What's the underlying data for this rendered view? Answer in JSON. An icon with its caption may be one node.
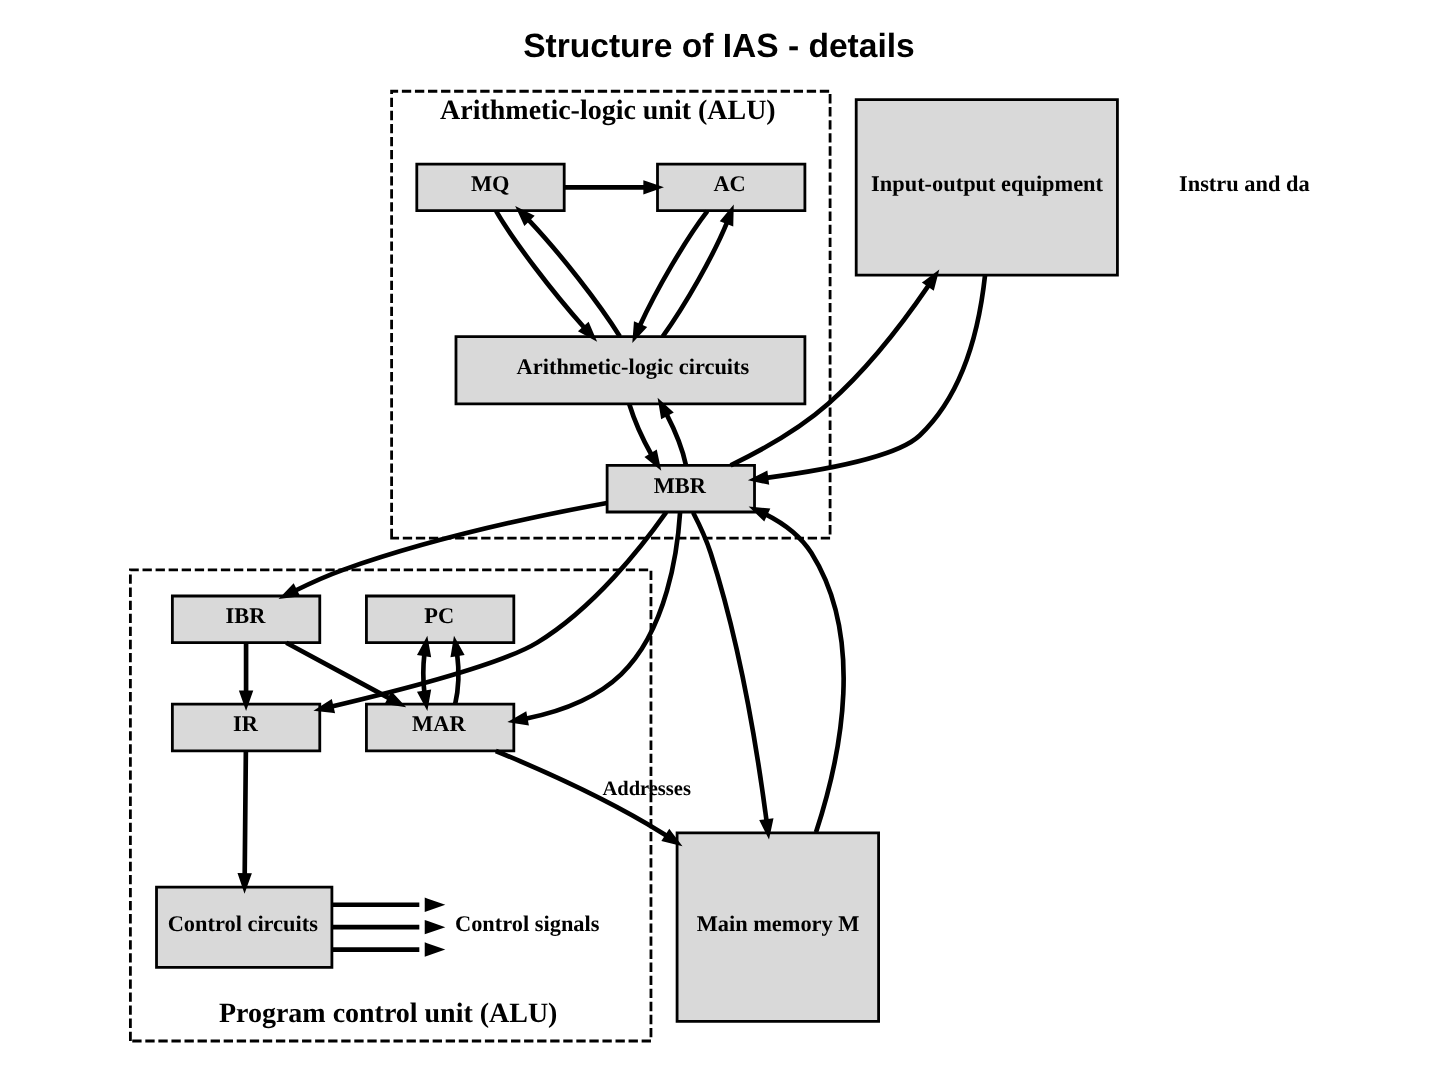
{
  "diagram": {
    "title": "Structure of IAS - details",
    "nodes": [
      {
        "text": [
          "Arithmetic-logic unit (ALU)"
        ]
      },
      {
        "text": [
          "AC"
        ],
        "in": 0
      },
      {
        "text": [
          "MQ"
        ],
        "in": 0
      },
      {
        "text": [
          "Arithmetic-logic circuits"
        ],
        "in": 0
      },
      {
        "text": [
          "MBR"
        ],
        "in": 0
      },
      {
        "text": [
          "Input-output equipment"
        ]
      },
      {
        "text": [
          "Program control unit (ALU)"
        ]
      },
      {
        "text": [
          "IBR"
        ],
        "in": 6
      },
      {
        "text": [
          "PC"
        ],
        "in": 6
      },
      {
        "text": [
          "IR"
        ],
        "in": 6
      },
      {
        "text": [
          "MAR"
        ],
        "in": 6
      },
      {
        "text": [
          "Control circuits"
        ],
        "in": 6
      },
      {
        "text": [
          "Main memory M"
        ]
      }
    ],
    "edges": [
      {
        "from": 2,
        "to": 1,
        "arrow": "to"
      },
      {
        "from": 1,
        "to": 3,
        "arrow": "to"
      },
      {
        "from": 3,
        "to": 1,
        "arrow": "to"
      },
      {
        "from": 2,
        "to": 3,
        "arrow": "to"
      },
      {
        "from": 3,
        "to": 2,
        "arrow": "to"
      },
      {
        "from": 3,
        "to": 4,
        "arrow": "to"
      },
      {
        "from": 4,
        "to": 3,
        "arrow": "to"
      },
      {
        "from": 4,
        "to": 7,
        "arrow": "to"
      },
      {
        "from": 4,
        "to": 9,
        "arrow": "to"
      },
      {
        "from": 4,
        "to": 10,
        "arrow": "to"
      },
      {
        "from": 12,
        "to": 4,
        "arrow": "to"
      },
      {
        "from": 4,
        "to": 12,
        "arrow": "to"
      },
      {
        "from": 5,
        "to": 4,
        "arrow": "to"
      },
      {
        "from": 4,
        "to": 5,
        "arrow": "to"
      },
      {
        "from": 7,
        "to": 9,
        "arrow": "to"
      },
      {
        "from": 7,
        "to": 10,
        "arrow": "to"
      },
      {
        "from": 8,
        "to": 10,
        "arrow": "both"
      },
      {
        "from": 10,
        "to": 8,
        "arrow": "to"
      },
      {
        "from": 9,
        "to": 11,
        "arrow": "to"
      },
      {
        "from": 10,
        "to": 12,
        "arrow": "to",
        "label": "Addresses"
      },
      {
        "from": 11,
        "to": null,
        "arrow": "to"
      },
      {
        "from": 11,
        "to": null,
        "arrow": "to"
      },
      {
        "from": 11,
        "to": null,
        "arrow": "to"
      }
    ],
    "labels": [
      "Instru and da",
      "Control signals"
    ]
  }
}
